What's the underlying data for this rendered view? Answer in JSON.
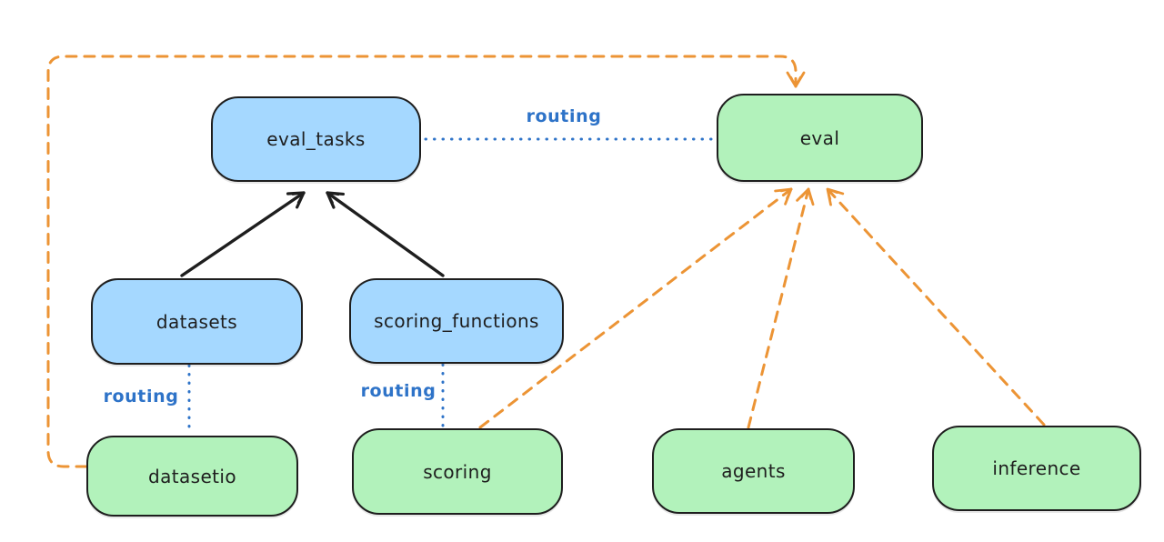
{
  "diagram": {
    "type": "architecture-graph",
    "nodes": {
      "eval_tasks": {
        "label": "eval_tasks",
        "fill": "#a5d8ff"
      },
      "eval": {
        "label": "eval",
        "fill": "#b2f2bb"
      },
      "datasets": {
        "label": "datasets",
        "fill": "#a5d8ff"
      },
      "scoring_functions": {
        "label": "scoring_functions",
        "fill": "#a5d8ff"
      },
      "datasetio": {
        "label": "datasetio",
        "fill": "#b2f2bb"
      },
      "scoring": {
        "label": "scoring",
        "fill": "#b2f2bb"
      },
      "agents": {
        "label": "agents",
        "fill": "#b2f2bb"
      },
      "inference": {
        "label": "inference",
        "fill": "#b2f2bb"
      }
    },
    "edge_labels": {
      "routing_top": "routing",
      "routing_datasets": "routing",
      "routing_scoring": "routing"
    },
    "edges": [
      {
        "from": "datasets",
        "to": "eval_tasks",
        "style": "solid-arrow",
        "color": "#1e1e1e"
      },
      {
        "from": "scoring_functions",
        "to": "eval_tasks",
        "style": "solid-arrow",
        "color": "#1e1e1e"
      },
      {
        "from": "eval_tasks",
        "to": "eval",
        "style": "dotted-line",
        "color": "#2e73c8",
        "label": "routing"
      },
      {
        "from": "datasets",
        "to": "datasetio",
        "style": "dotted-line",
        "color": "#2e73c8",
        "label": "routing"
      },
      {
        "from": "scoring_functions",
        "to": "scoring",
        "style": "dotted-line",
        "color": "#2e73c8",
        "label": "routing"
      },
      {
        "from": "datasetio",
        "to": "eval",
        "style": "dashed-arrow",
        "color": "#ec9435"
      },
      {
        "from": "scoring",
        "to": "eval",
        "style": "dashed-arrow",
        "color": "#ec9435"
      },
      {
        "from": "agents",
        "to": "eval",
        "style": "dashed-arrow",
        "color": "#ec9435"
      },
      {
        "from": "inference",
        "to": "eval",
        "style": "dashed-arrow",
        "color": "#ec9435"
      }
    ],
    "colors": {
      "blue_fill": "#a5d8ff",
      "green_fill": "#b2f2bb",
      "node_stroke": "#1e1e1e",
      "routing_blue": "#2e73c8",
      "orange": "#ec9435",
      "background": "#ffffff"
    }
  }
}
